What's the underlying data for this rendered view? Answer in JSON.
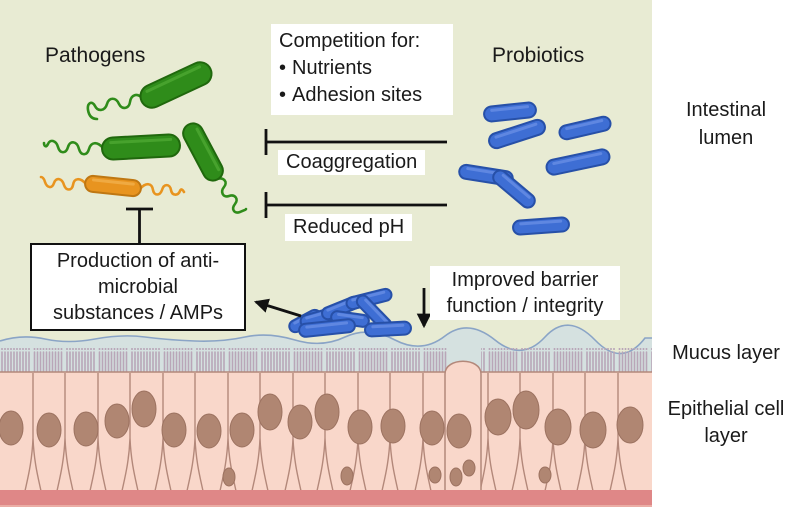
{
  "labels": {
    "pathogens": "Pathogens",
    "probiotics": "Probiotics",
    "intestinal_lumen_lines": [
      "Intestinal",
      "lumen"
    ],
    "mucus_layer": "Mucus layer",
    "epithelial_lines": [
      "Epithelial cell",
      "layer"
    ]
  },
  "boxes": {
    "competition_title": "Competition for:",
    "bullet": "•",
    "competition_items": [
      "Nutrients",
      "Adhesion sites"
    ],
    "coaggregation": "Coaggregation",
    "reduced_ph": "Reduced pH",
    "amps_lines": [
      "Production of anti-",
      "microbial",
      "substances / AMPs"
    ],
    "barrier_lines": [
      "Improved barrier",
      "function / integrity"
    ]
  },
  "colors": {
    "background": "#e8ebd3",
    "panel_white": "#ffffff",
    "text": "#1a1a1a",
    "line_black": "#111111",
    "probiotic_fill": "#3e6ed4",
    "probiotic_stroke": "#2750a8",
    "probiotic_highlight": "#7b9ded",
    "pathogen_green_fill": "#2f8c1a",
    "pathogen_green_stroke": "#20680d",
    "pathogen_green_highlight": "#58b23a",
    "pathogen_orange_fill": "#e8941f",
    "pathogen_orange_stroke": "#bf7712",
    "pathogen_orange_highlight": "#f5b95a",
    "mucus_fill": "#d5e1e0",
    "mucus_line": "#8aa4c6",
    "microvilli": "#b9a6b8",
    "cell_fill": "#f9d7ca",
    "cell_stroke": "#b3887a",
    "nucleus_fill": "#b08672",
    "nucleus_stroke": "#9c7260",
    "basement": "#df8787",
    "basement_bottom": "#ebada5"
  }
}
